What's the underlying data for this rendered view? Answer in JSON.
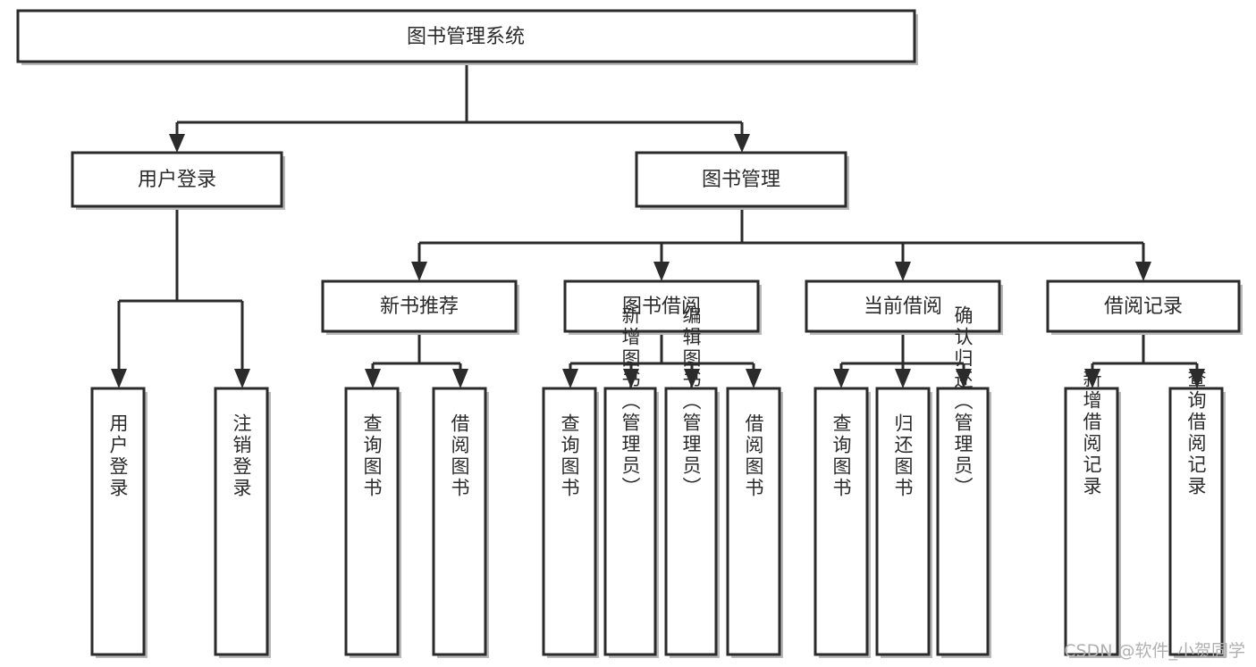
{
  "diagram": {
    "type": "tree-hierarchy",
    "title": "图书管理系统",
    "watermark": "CSDN @软件_小贺同学",
    "colors": {
      "stroke": "#2b2b2b",
      "fill": "#ffffff",
      "shadow": "#b9b9b9",
      "watermark": "#b0b0b0"
    },
    "levels": {
      "root": {
        "label": "图书管理系统"
      },
      "level2": [
        {
          "label": "用户登录"
        },
        {
          "label": "图书管理"
        }
      ],
      "level3": [
        {
          "label": "新书推荐"
        },
        {
          "label": "图书借阅"
        },
        {
          "label": "当前借阅"
        },
        {
          "label": "借阅记录"
        }
      ],
      "leaves": [
        {
          "label": "用户登录",
          "parent": "用户登录"
        },
        {
          "label": "注销登录",
          "parent": "用户登录"
        },
        {
          "label": "查询图书",
          "parent": "新书推荐"
        },
        {
          "label": "借阅图书",
          "parent": "新书推荐"
        },
        {
          "label": "查询图书",
          "parent": "图书借阅"
        },
        {
          "label": "新增图书（管理员）",
          "parent": "图书借阅"
        },
        {
          "label": "编辑图书（管理员）",
          "parent": "图书借阅"
        },
        {
          "label": "借阅图书",
          "parent": "图书借阅"
        },
        {
          "label": "查询图书",
          "parent": "当前借阅"
        },
        {
          "label": "归还图书",
          "parent": "当前借阅"
        },
        {
          "label": "确认归还（管理员）",
          "parent": "当前借阅"
        },
        {
          "label": "新增借阅记录",
          "parent": "借阅记录"
        },
        {
          "label": "查询借阅记录",
          "parent": "借阅记录"
        }
      ]
    }
  }
}
